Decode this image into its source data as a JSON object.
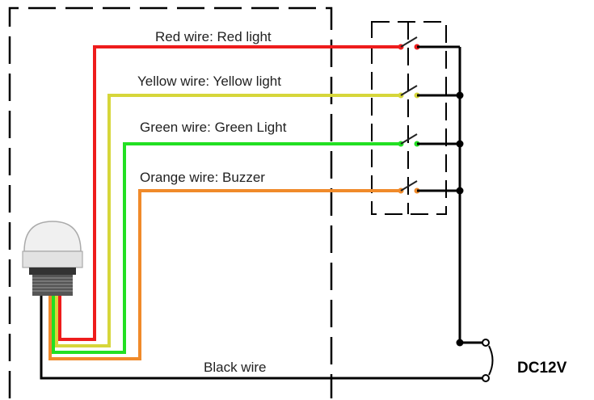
{
  "labels": {
    "red": "Red wire: Red light",
    "yellow": "Yellow wire: Yellow light",
    "green": "Green wire: Green Light",
    "orange": "Orange wire: Buzzer",
    "black": "Black wire",
    "power": "DC12V"
  },
  "colors": {
    "red": "#ee1c1c",
    "yellow": "#d6d63a",
    "green": "#22e022",
    "orange": "#f08a2a",
    "black": "#000000"
  }
}
